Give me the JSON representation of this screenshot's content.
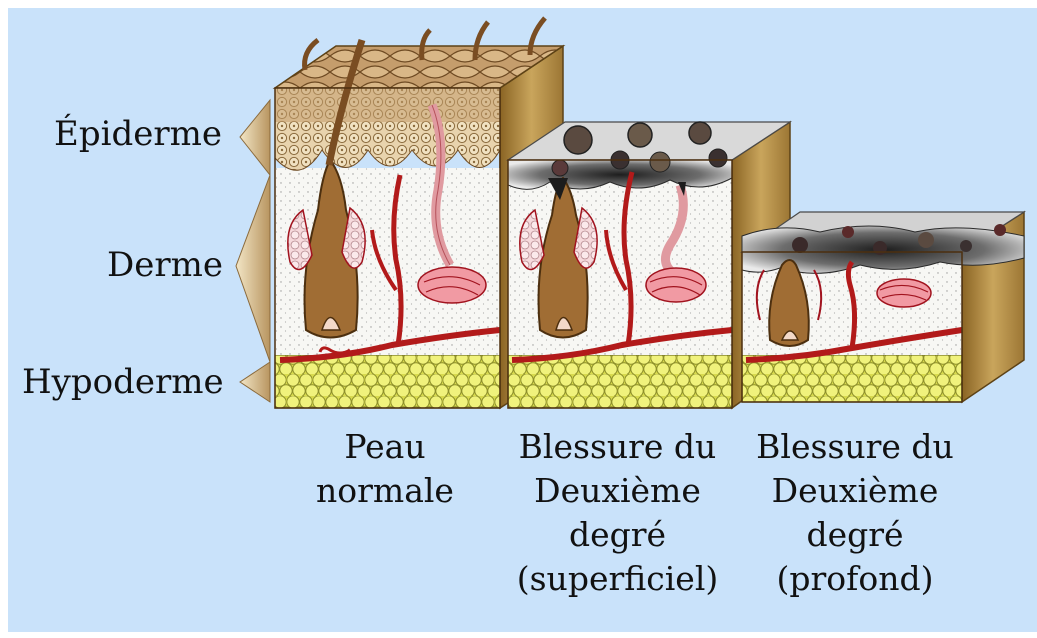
{
  "layers": {
    "epidermis": "Épiderme",
    "dermis": "Derme",
    "hypodermis": "Hypoderme"
  },
  "captions": {
    "normal": {
      "line1": "Peau",
      "line2": "normale"
    },
    "superficial": {
      "line1": "Blessure du",
      "line2": "Deuxième",
      "line3": "degré",
      "line4": "(superficiel)"
    },
    "deep": {
      "line1": "Blessure du",
      "line2": "Deuxième",
      "line3": "degré",
      "line4": "(profond)"
    }
  },
  "colors": {
    "background": "#c9e2fa",
    "epidermis": "#c9a47a",
    "dermis": "#f6f6f3",
    "fat": "#e9eb6a",
    "vessel": "#b21a1a",
    "hair": "#8a5a2b",
    "cube_side": "#b08a4a",
    "burn": "#3a3a3a"
  }
}
